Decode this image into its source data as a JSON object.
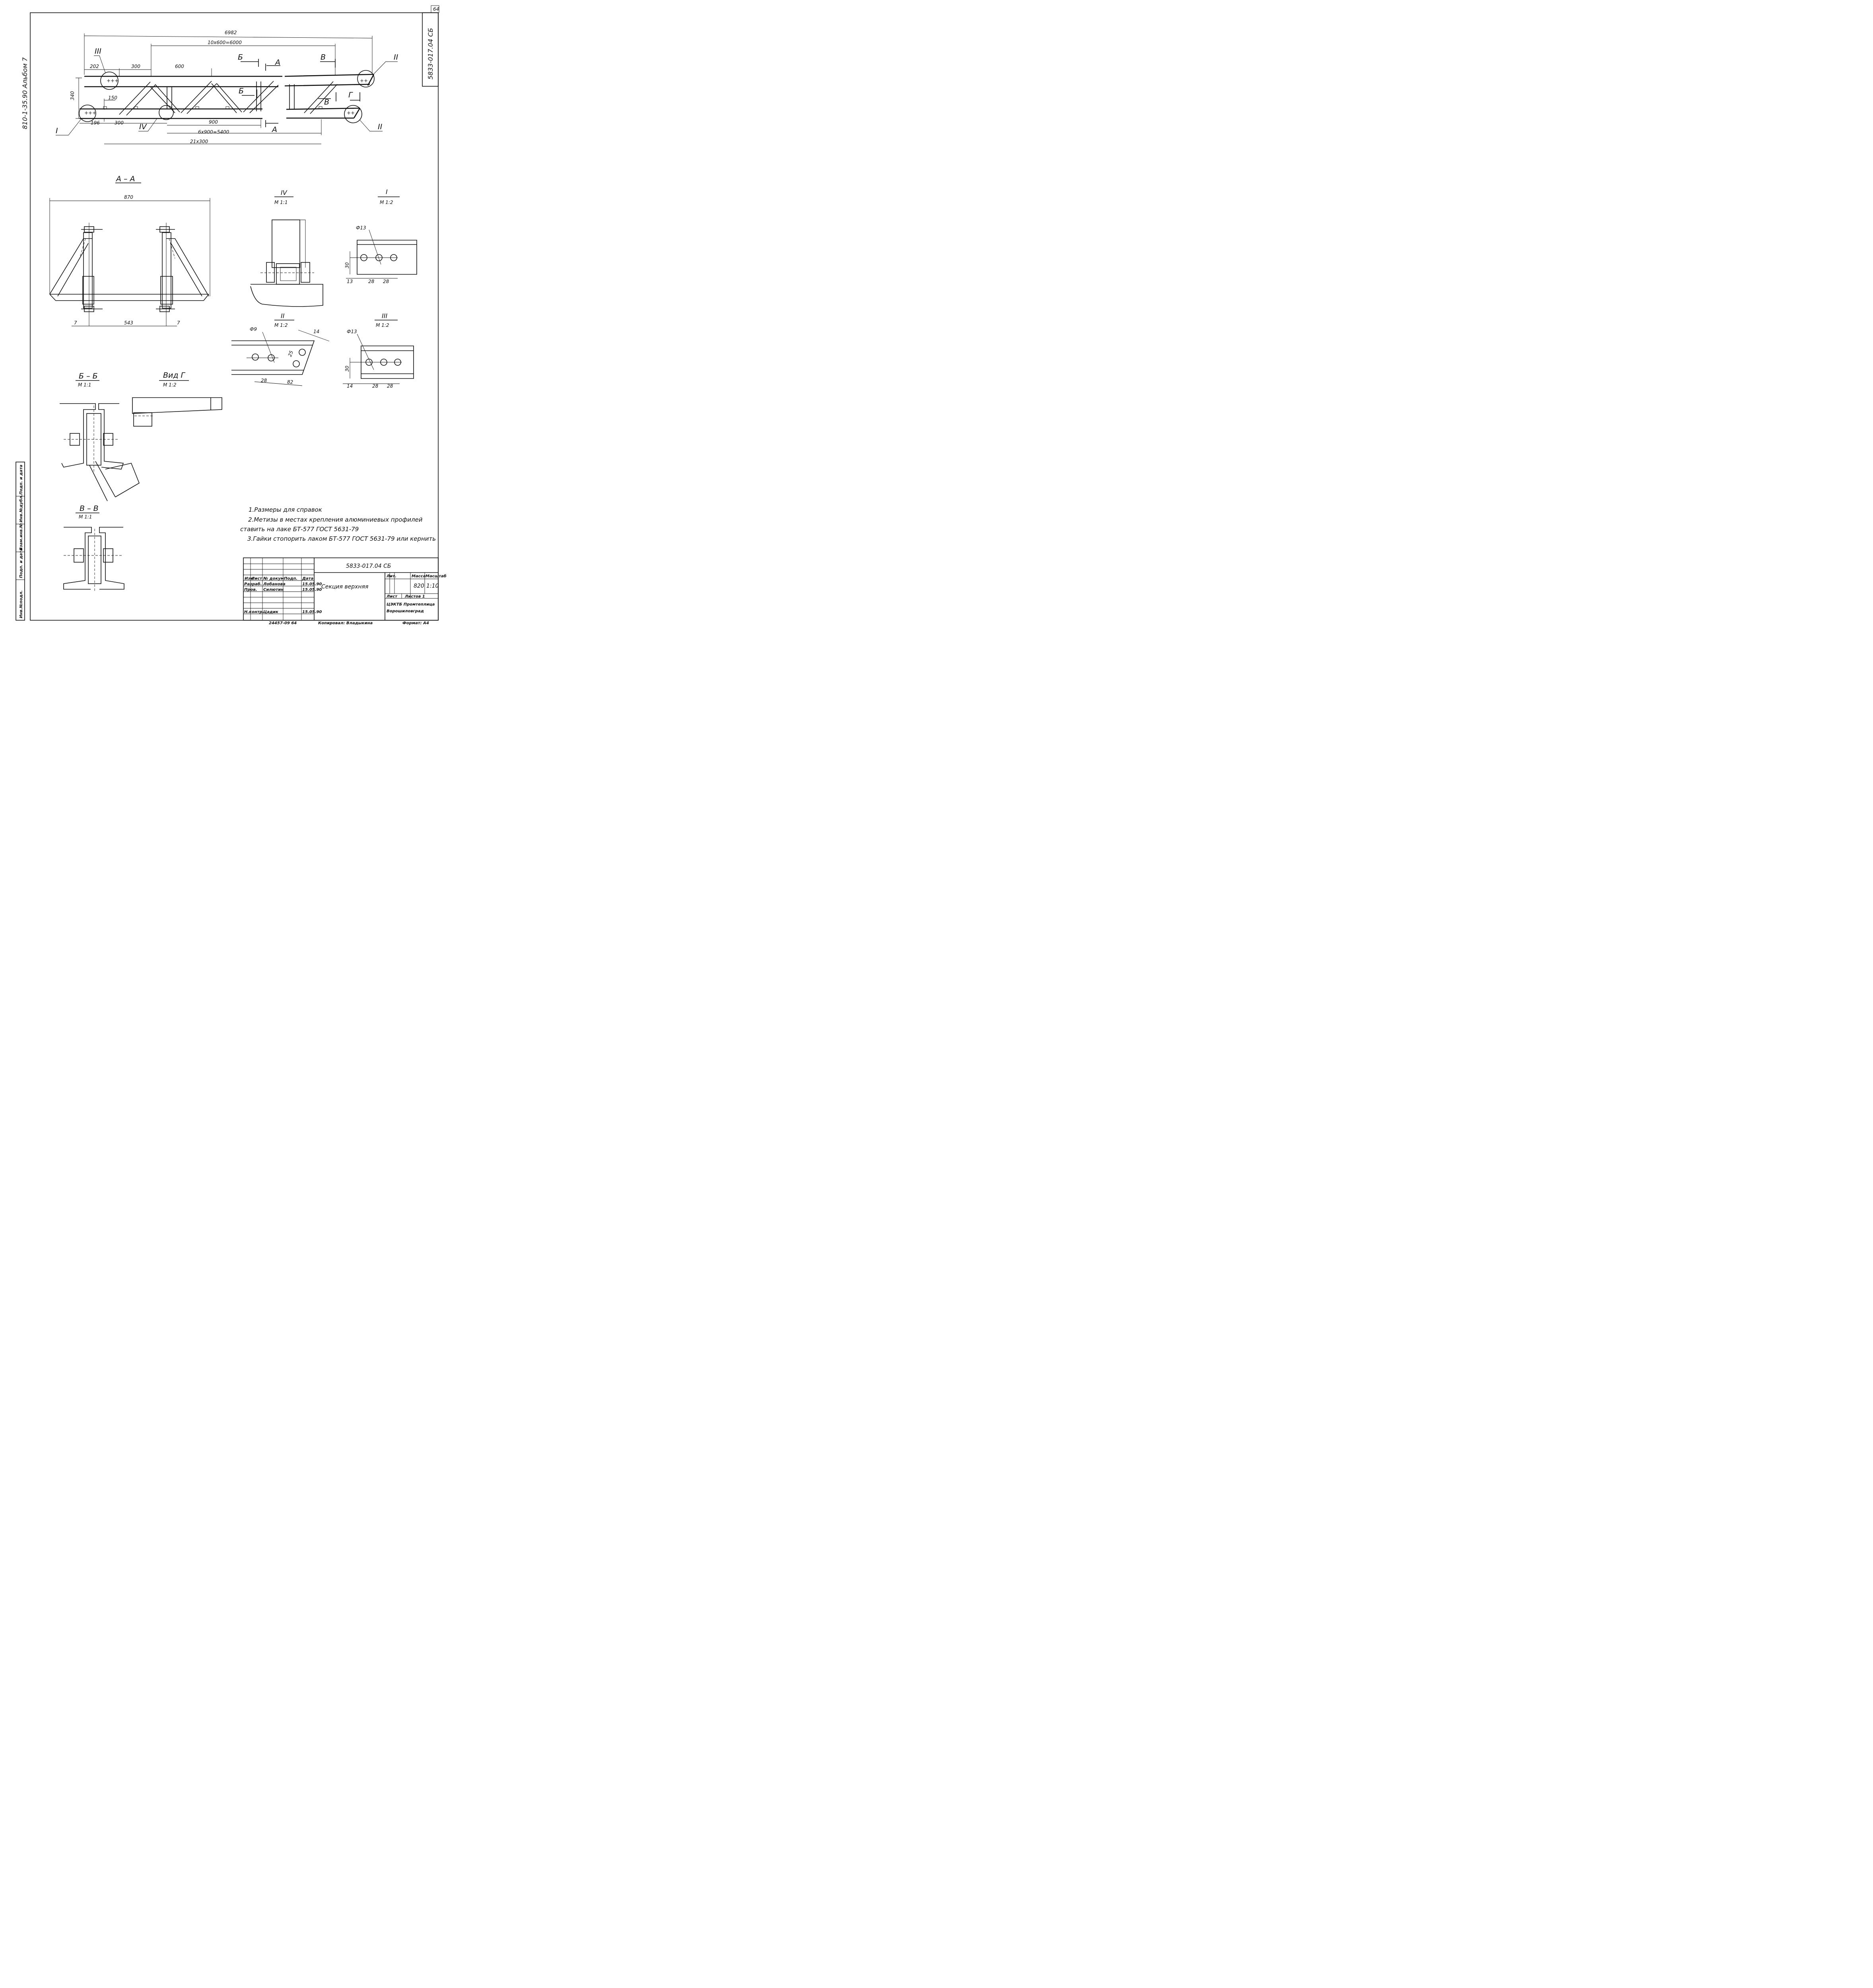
{
  "sheet": {
    "page_number": "64",
    "doc_code": "5833-017.04 СБ",
    "album": "810-1-35.90   Альбом 7"
  },
  "dims": {
    "overall": "6982",
    "top_pitch": "10x600=6000",
    "d202": "202",
    "d300a": "300",
    "d600": "600",
    "d340": "340",
    "d150": "150",
    "d196": "196",
    "d300b": "300",
    "d900": "900",
    "bottom_pitch": "6x900=5400",
    "bottom_overall": "21x300"
  },
  "markers": {
    "I": "I",
    "II": "II",
    "III": "III",
    "IV": "IV",
    "A": "А",
    "B": "Б",
    "V": "В",
    "G": "Г"
  },
  "views": {
    "aa": {
      "title": "А – А",
      "d870": "870",
      "d7a": "7",
      "d543": "543",
      "d7b": "7"
    },
    "iv": {
      "title": "IV",
      "scale": "М 1:1"
    },
    "i": {
      "title": "I",
      "scale": "М 1:2",
      "hole": "Ф13",
      "h30": "30",
      "d13": "13",
      "d28a": "28",
      "d28b": "28"
    },
    "ii": {
      "title": "II",
      "scale": "М 1:2",
      "hole": "Ф9",
      "d14": "14",
      "d25": "25",
      "d28": "28",
      "d82": "82"
    },
    "iii": {
      "title": "III",
      "scale": "М 1:2",
      "hole": "Ф13",
      "h30": "30",
      "d14": "14",
      "d28a": "28",
      "d28b": "28"
    },
    "bb": {
      "title": "Б – Б",
      "scale": "М 1:1"
    },
    "vg": {
      "title": "Вид Г",
      "scale": "М 1:2"
    },
    "vv": {
      "title": "В – В",
      "scale": "М 1:1"
    }
  },
  "notes": [
    "1.Размеры для справок",
    "2.Метизы в местах крепления алюминиевых профилей",
    "ставить на лаке БТ-577 ГОСТ 5631-79",
    "3.Гайки стопорить лаком БТ-577 ГОСТ 5631-79 или кернить"
  ],
  "left_strip": [
    "Инв.№подл.",
    "Подп. и дата",
    "Взам.инв.№",
    "Инв.№дубл.",
    "Подп. и дата"
  ],
  "title_block": {
    "code": "5833-017.04 СБ",
    "name": "Секция верхняя",
    "col_headers": [
      "Изм",
      "Лист",
      "№ докум.",
      "Подп.",
      "Дата"
    ],
    "rows": [
      {
        "role": "Разраб.",
        "surname": "Лобанова",
        "date": "15.05.90"
      },
      {
        "role": "Пров.",
        "surname": "Силютин",
        "date": "15.05.90"
      },
      {
        "role": "Н.контр.",
        "surname": "Цадик",
        "date": "15.05.90"
      }
    ],
    "lit_header": "Лит.",
    "mass_header": "Масса",
    "scale_header": "Масштаб",
    "mass": "820",
    "scale": "1:10",
    "sheet_header": "Лист",
    "sheets_header": "Листов 1",
    "org1": "ЦЭКТБ Промтеплица",
    "org2": "Ворошиловград",
    "footer_num": "24457-09   64",
    "footer_copy": "Копировал: Владыкина",
    "footer_format": "Формат: А4"
  }
}
